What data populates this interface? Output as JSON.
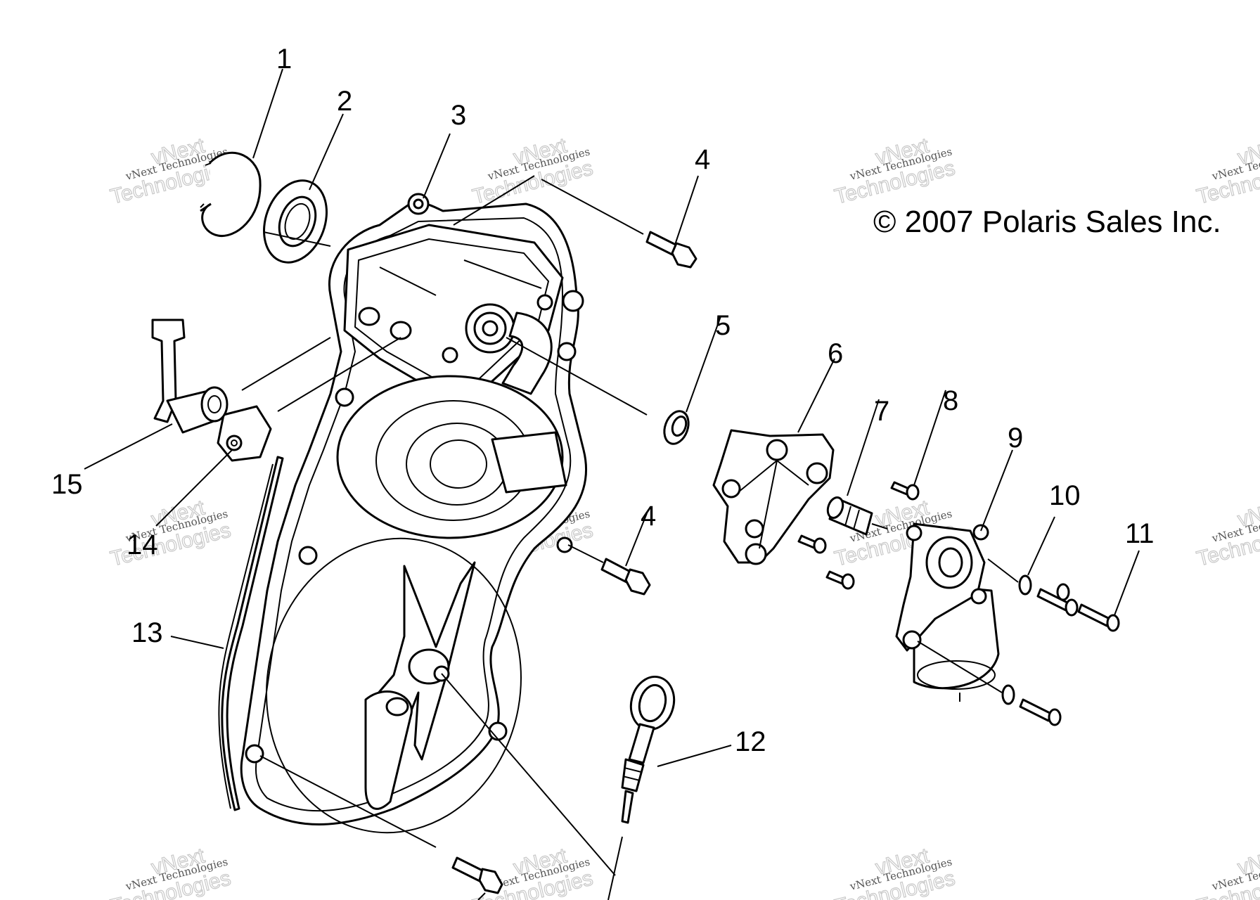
{
  "copyright": "© 2007 Polaris Sales Inc.",
  "watermark": {
    "line1": "vNext Technologies",
    "line2": "vNext",
    "line3": "Technologies"
  },
  "callouts": [
    "1",
    "2",
    "3",
    "4",
    "5",
    "6",
    "7",
    "8",
    "9",
    "10",
    "11",
    "12",
    "13",
    "14",
    "15"
  ]
}
